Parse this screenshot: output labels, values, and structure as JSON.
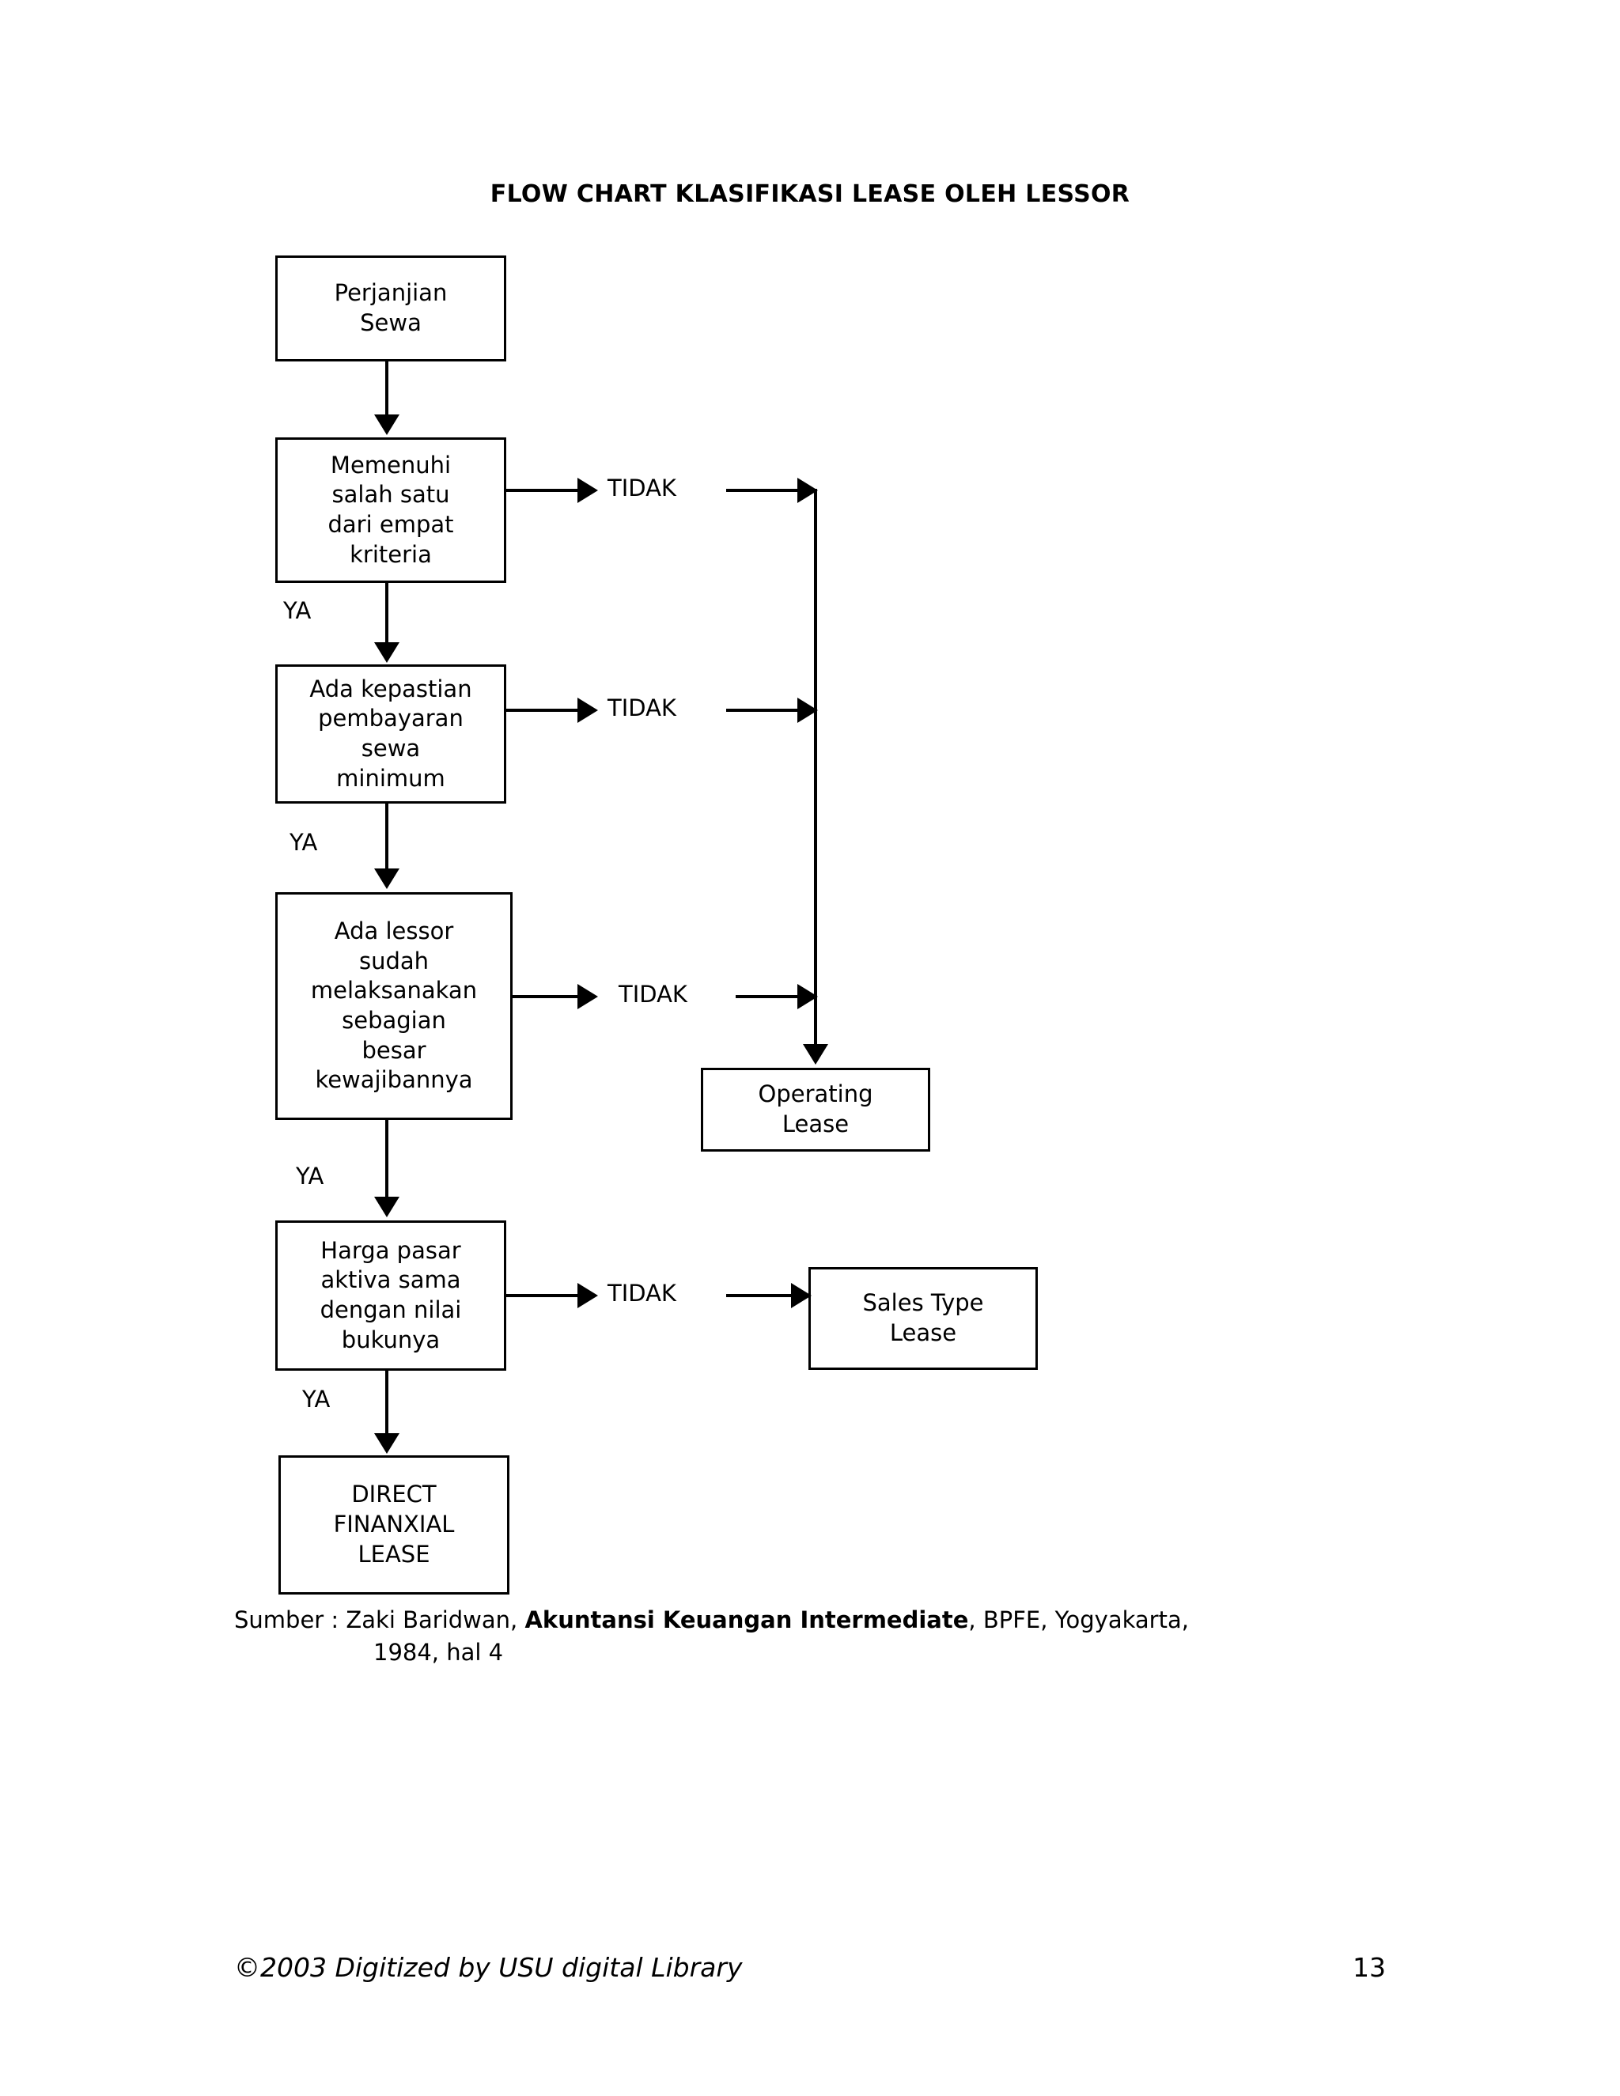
{
  "document": {
    "title": "FLOW CHART KLASIFIKASI LEASE OLEH LESSOR"
  },
  "chart_data": {
    "type": "diagram",
    "diagram_kind": "flowchart",
    "title": "FLOW CHART KLASIFIKASI LEASE OLEH LESSOR",
    "nodes": [
      {
        "id": "perjanjian",
        "label": "Perjanjian\nSewa",
        "shape": "rectangle"
      },
      {
        "id": "kriteria",
        "label": "Memenuhi\nsalah satu\ndari empat\nkriteria",
        "shape": "rectangle"
      },
      {
        "id": "kepastian",
        "label": "Ada kepastian\npembayaran\nsewa\nminimum",
        "shape": "rectangle"
      },
      {
        "id": "lessor",
        "label": "Ada lessor\nsudah\nmelaksanakan\nsebagian\nbesar\nkewajibannya",
        "shape": "rectangle"
      },
      {
        "id": "harga",
        "label": "Harga pasar\naktiva sama\ndengan nilai\nbukunya",
        "shape": "rectangle"
      },
      {
        "id": "direct",
        "label": "DIRECT\nFINANXIAL\nLEASE",
        "shape": "rectangle"
      },
      {
        "id": "operating",
        "label": "Operating\nLease",
        "shape": "rectangle"
      },
      {
        "id": "salestype",
        "label": "Sales Type\nLease",
        "shape": "rectangle"
      }
    ],
    "edges": [
      {
        "from": "perjanjian",
        "to": "kriteria",
        "label": ""
      },
      {
        "from": "kriteria",
        "to": "kepastian",
        "label": "YA"
      },
      {
        "from": "kriteria",
        "to": "operating",
        "label": "TIDAK"
      },
      {
        "from": "kepastian",
        "to": "lessor",
        "label": "YA"
      },
      {
        "from": "kepastian",
        "to": "operating",
        "label": "TIDAK"
      },
      {
        "from": "lessor",
        "to": "harga",
        "label": "YA"
      },
      {
        "from": "lessor",
        "to": "operating",
        "label": "TIDAK"
      },
      {
        "from": "harga",
        "to": "direct",
        "label": "YA"
      },
      {
        "from": "harga",
        "to": "salestype",
        "label": "TIDAK"
      }
    ],
    "labels": {
      "yes": "YA",
      "no": "TIDAK"
    }
  },
  "nodes": {
    "perjanjian": "Perjanjian\nSewa",
    "kriteria": "Memenuhi\nsalah satu\ndari empat\nkriteria",
    "kepastian": "Ada kepastian\npembayaran\nsewa\nminimum",
    "lessor": "Ada lessor\nsudah\nmelaksanakan\nsebagian\nbesar\nkewajibannya",
    "harga": "Harga pasar\naktiva sama\ndengan nilai\nbukunya",
    "direct": "DIRECT\nFINANXIAL\nLEASE",
    "operating": "Operating\nLease",
    "salestype": "Sales Type\nLease"
  },
  "edge_labels": {
    "tidak_1": "TIDAK",
    "tidak_2": "TIDAK",
    "tidak_3": "TIDAK",
    "tidak_4": "TIDAK",
    "ya_1": "YA",
    "ya_2": "YA",
    "ya_3": "YA",
    "ya_4": "YA"
  },
  "source": {
    "line1_prefix": "Sumber : Zaki Baridwan, ",
    "line1_italic_title": "Akuntansi Keuangan Intermediate",
    "line1_suffix": ", BPFE, Yogyakarta,",
    "line2": "1984, hal 4"
  },
  "footer": {
    "copyright": "©2003 Digitized by USU digital Library",
    "page_number": "13"
  },
  "colors": {
    "ink": "#000000",
    "paper": "#ffffff"
  }
}
